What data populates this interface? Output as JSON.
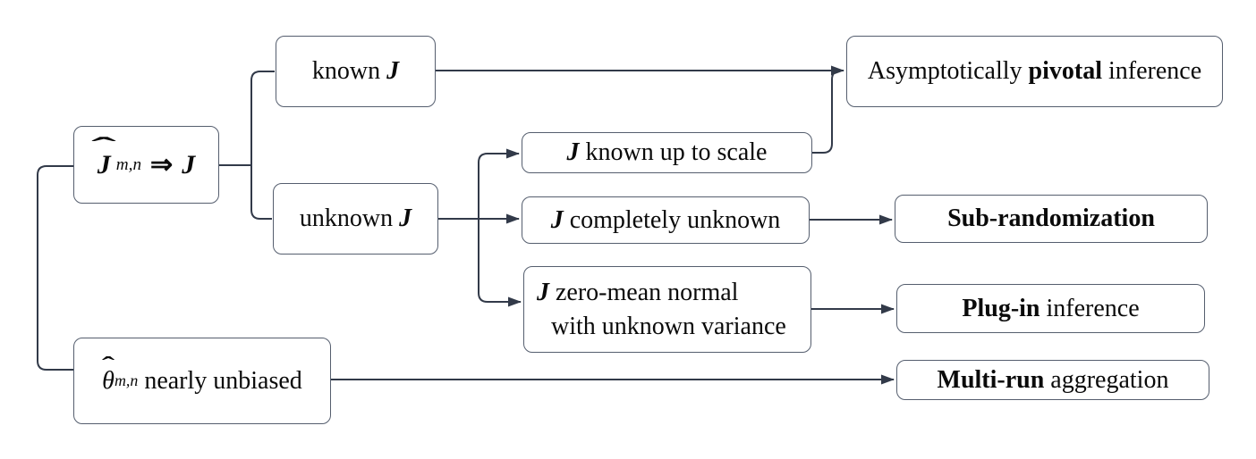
{
  "colors": {
    "bg": "#ffffff",
    "box_border": "#555e6e",
    "connector": "#323a49",
    "text": "#0a0a0a"
  },
  "nodes": {
    "jhat_root": {
      "hat": "ˆ",
      "letter": "J",
      "subscript": "m,n",
      "implies": "⇒",
      "rhs": "J"
    },
    "known_j": {
      "text": "known ",
      "j": "J"
    },
    "unknown_j": {
      "text": "unknown ",
      "j": "J"
    },
    "known_up_to_scale": {
      "j": "J",
      "text": " known up to scale"
    },
    "completely_unknown": {
      "j": "J",
      "text": " completely unknown"
    },
    "zero_mean_normal": {
      "j": "J",
      "line1": " zero-mean normal",
      "line2": "with unknown variance"
    },
    "pivotal": {
      "prefix": "Asymptotically ",
      "bold": "pivotal",
      "suffix": " inference"
    },
    "sub_randomization": {
      "bold": "Sub-randomization"
    },
    "plug_in": {
      "bold": "Plug-in",
      "suffix": " inference"
    },
    "theta_unbiased": {
      "hat": "ˆ",
      "letter": "θ",
      "subscript": "m,n",
      "text": " nearly unbiased"
    },
    "multi_run": {
      "bold": "Multi-run",
      "suffix": " aggregation"
    }
  },
  "edges": [
    {
      "from": "jhat-converges",
      "to": "theta-unbiased",
      "type": "bracket",
      "arrow": false
    },
    {
      "from": "jhat-converges",
      "to": "known-j",
      "arrow": false
    },
    {
      "from": "jhat-converges",
      "to": "unknown-j",
      "arrow": false
    },
    {
      "from": "known-j",
      "to": "pivotal-inference",
      "arrow": true
    },
    {
      "from": "j-known-up-to-scale",
      "to": "pivotal-inference",
      "arrow": true
    },
    {
      "from": "unknown-j",
      "to": "j-known-up-to-scale",
      "arrow": true
    },
    {
      "from": "unknown-j",
      "to": "j-completely-unknown",
      "arrow": true
    },
    {
      "from": "unknown-j",
      "to": "j-zero-mean-normal",
      "arrow": true
    },
    {
      "from": "j-completely-unknown",
      "to": "sub-randomization",
      "arrow": true
    },
    {
      "from": "j-zero-mean-normal",
      "to": "plug-in-inference",
      "arrow": true
    },
    {
      "from": "theta-unbiased",
      "to": "multi-run-aggregation",
      "arrow": true
    }
  ]
}
